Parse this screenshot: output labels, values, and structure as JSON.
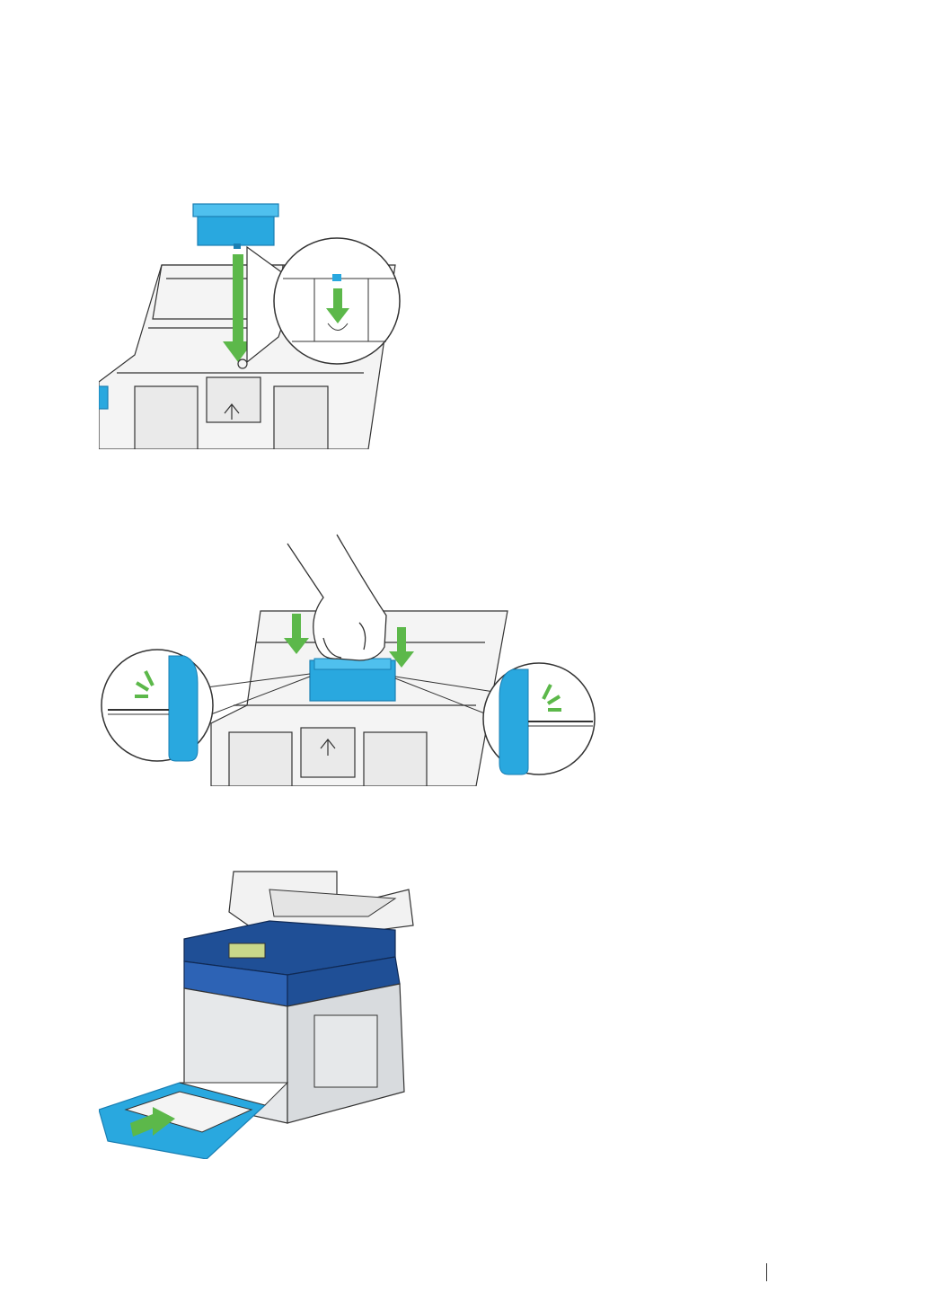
{
  "colors": {
    "part_blue": "#29a8df",
    "part_blue_dark": "#1a7fb3",
    "arrow_green": "#5cb84a",
    "line": "#333333",
    "tray_fill": "#f4f4f4",
    "printer_blue": "#1f4f96",
    "printer_body": "#e6e8ea"
  },
  "figures": {
    "separator_removal": {
      "icons": [
        "separator-part",
        "down-arrow",
        "magnified-callout"
      ]
    },
    "separator_install": {
      "icons": [
        "hand",
        "down-arrow",
        "snap-callout-left",
        "snap-callout-right"
      ]
    },
    "insert_tray": {
      "icons": [
        "printer",
        "paper-tray",
        "push-arrow"
      ]
    }
  }
}
